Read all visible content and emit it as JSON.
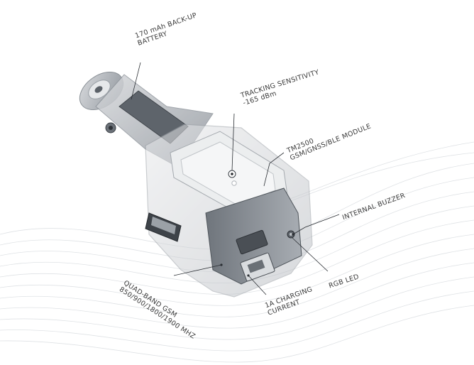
{
  "callouts": {
    "battery": [
      "170 mAh BACK-UP",
      "BATTERY"
    ],
    "tracking": [
      "TRACKING SENSITIVITY",
      "-165 dBm"
    ],
    "module": [
      "TM2500",
      "GSM/GNSS/BLE MODULE"
    ],
    "buzzer": [
      "INTERNAL BUZZER"
    ],
    "gsm": [
      "QUAD-BAND GSM",
      "850/900/1800/1900 MHZ"
    ],
    "charging": [
      "1A CHARGING",
      "CURRENT"
    ],
    "led": [
      "RGB LED"
    ]
  }
}
